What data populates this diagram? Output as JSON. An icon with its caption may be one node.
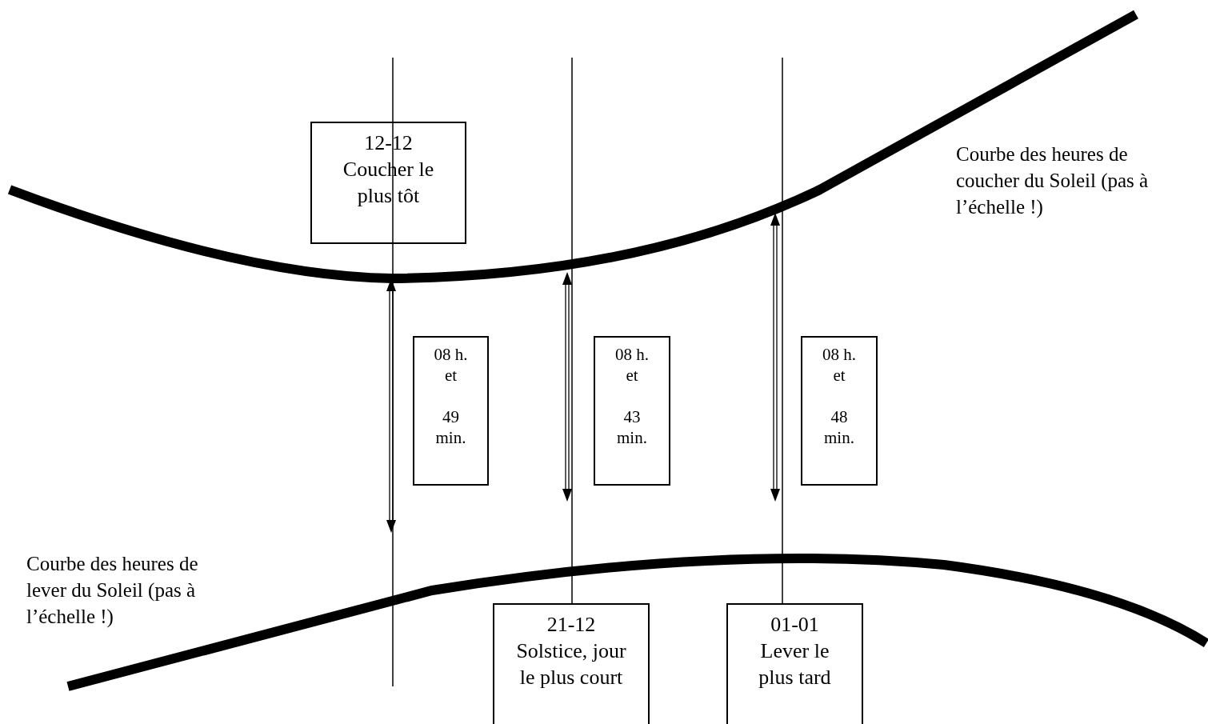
{
  "diagram": {
    "nodes": [
      {
        "text": [
          "12-12 Coucher le plus tôt"
        ]
      },
      {
        "text": [
          "08 h. et",
          "49 min."
        ]
      },
      {
        "text": [
          "08 h. et",
          "43 min."
        ]
      },
      {
        "text": [
          "08 h. et",
          "48 min."
        ]
      },
      {
        "text": [
          "21-12 Solstice, jour le plus court"
        ]
      },
      {
        "text": [
          "01-01 Lever le plus tard"
        ]
      }
    ],
    "labels": [
      "Courbe des heures de coucher du Soleil (pas à l’échelle !)",
      "Courbe des heures de lever du Soleil (pas à l’échelle !)"
    ]
  }
}
